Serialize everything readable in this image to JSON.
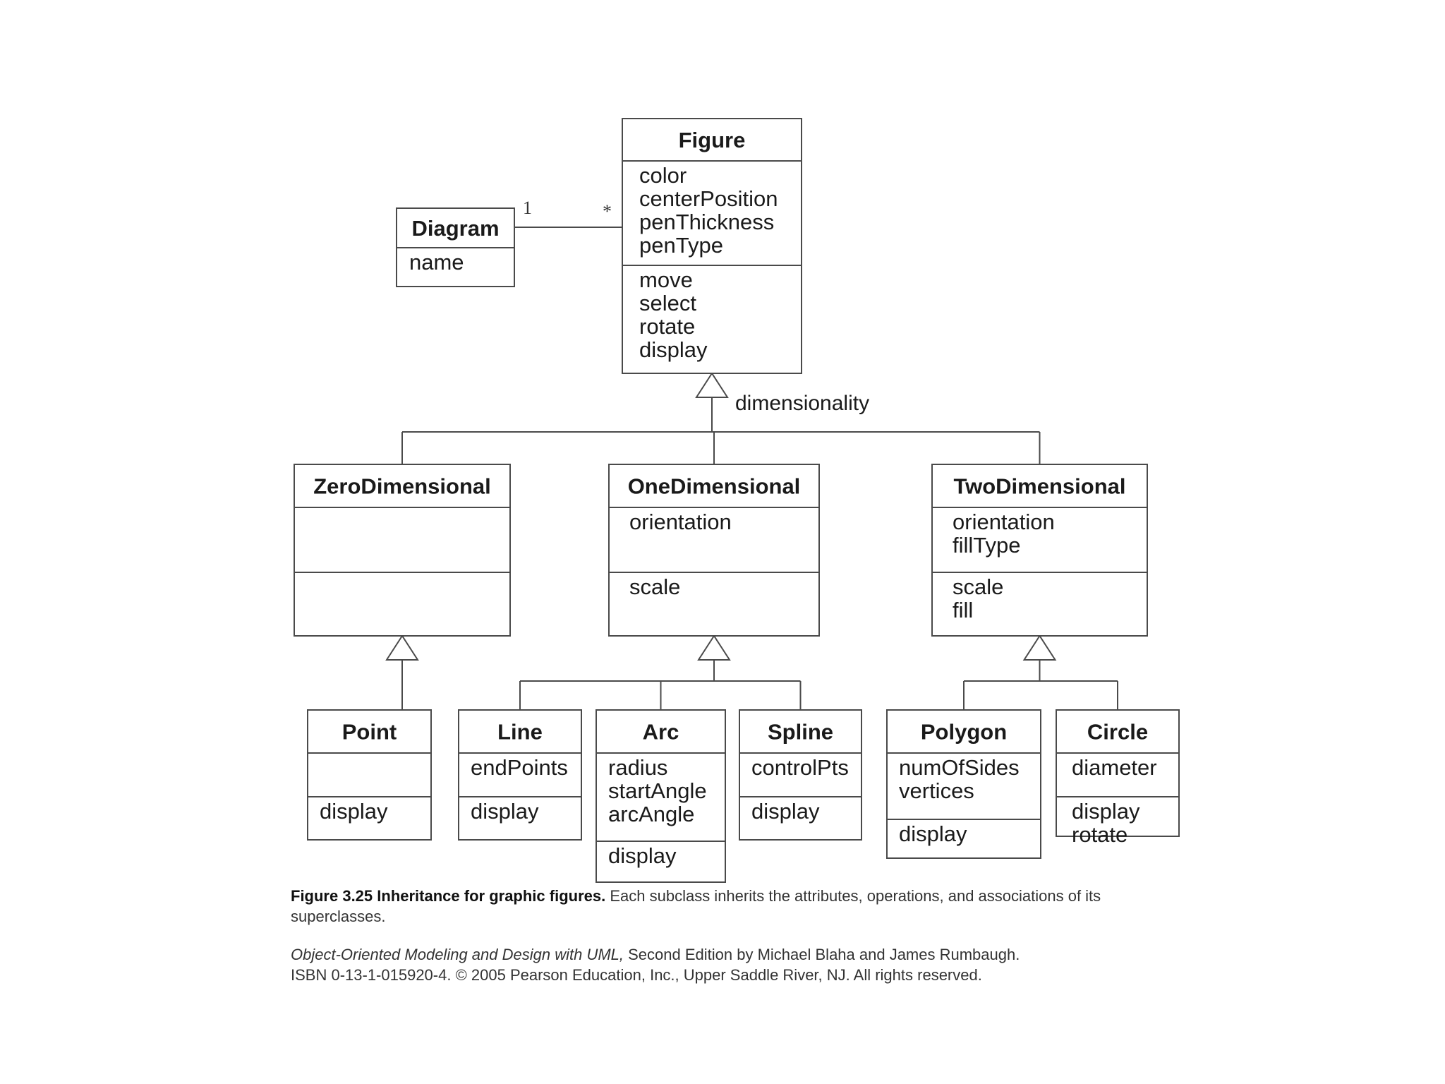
{
  "classes": [
    {
      "id": "figure",
      "name": "Figure",
      "attributes": [
        "color",
        "centerPosition",
        "penThickness",
        "penType"
      ],
      "operations": [
        "move",
        "select",
        "rotate",
        "display"
      ]
    },
    {
      "id": "diagram",
      "name": "Diagram",
      "attributes": [
        "name"
      ],
      "operations": null
    },
    {
      "id": "zerodimensional",
      "name": "ZeroDimensional",
      "attributes": [],
      "operations": []
    },
    {
      "id": "onedimensional",
      "name": "OneDimensional",
      "attributes": [
        "orientation"
      ],
      "operations": [
        "scale"
      ]
    },
    {
      "id": "twodimensional",
      "name": "TwoDimensional",
      "attributes": [
        "orientation",
        "fillType"
      ],
      "operations": [
        "scale",
        "fill"
      ]
    },
    {
      "id": "point",
      "name": "Point",
      "attributes": [],
      "operations": [
        "display"
      ]
    },
    {
      "id": "line",
      "name": "Line",
      "attributes": [
        "endPoints"
      ],
      "operations": [
        "display"
      ]
    },
    {
      "id": "arc",
      "name": "Arc",
      "attributes": [
        "radius",
        "startAngle",
        "arcAngle"
      ],
      "operations": [
        "display"
      ]
    },
    {
      "id": "spline",
      "name": "Spline",
      "attributes": [
        "controlPts"
      ],
      "operations": [
        "display"
      ]
    },
    {
      "id": "polygon",
      "name": "Polygon",
      "attributes": [
        "numOfSides",
        "vertices"
      ],
      "operations": [
        "display"
      ]
    },
    {
      "id": "circle",
      "name": "Circle",
      "attributes": [
        "diameter"
      ],
      "operations": [
        "display",
        "rotate"
      ]
    }
  ],
  "association": {
    "from": "diagram",
    "to": "figure",
    "from_multiplicity": "1",
    "to_multiplicity": "*"
  },
  "generalizations": [
    {
      "parent": "figure",
      "children": [
        "zerodimensional",
        "onedimensional",
        "twodimensional"
      ],
      "discriminator": "dimensionality"
    },
    {
      "parent": "zerodimensional",
      "children": [
        "point"
      ],
      "discriminator": ""
    },
    {
      "parent": "onedimensional",
      "children": [
        "line",
        "arc",
        "spline"
      ],
      "discriminator": ""
    },
    {
      "parent": "twodimensional",
      "children": [
        "polygon",
        "circle"
      ],
      "discriminator": ""
    }
  ],
  "caption": {
    "figure_label": "Figure 3.25  Inheritance for graphic figures.",
    "figure_text": " Each subclass inherits the attributes, operations, and associations of its superclasses.",
    "source_title": "Object-Oriented Modeling and Design with UML,",
    "source_text": " Second Edition by Michael Blaha and James Rumbaugh.",
    "copyright": "ISBN 0-13-1-015920-4. © 2005 Pearson Education, Inc., Upper Saddle River, NJ. All rights reserved."
  },
  "colors": {
    "line": "#4a4a4a",
    "text": "#1a1a1a",
    "background": "#ffffff"
  }
}
